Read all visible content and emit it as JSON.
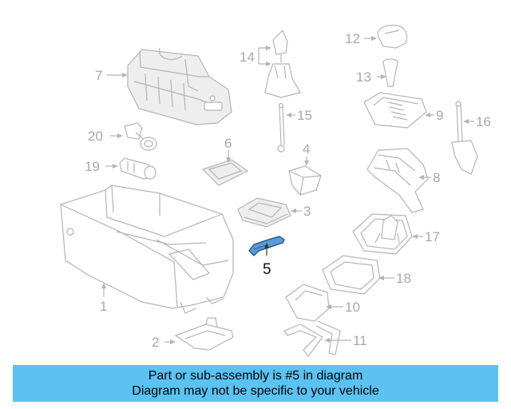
{
  "callouts": {
    "c1": "1",
    "c2": "2",
    "c3": "3",
    "c4": "4",
    "c5": "5",
    "c6": "6",
    "c7": "7",
    "c8": "8",
    "c9": "9",
    "c10": "10",
    "c11": "11",
    "c12": "12",
    "c13": "13",
    "c14": "14",
    "c15": "15",
    "c16": "16",
    "c17": "17",
    "c18": "18",
    "c19": "19",
    "c20": "20"
  },
  "colors": {
    "highlight_part": "#5b9bd5",
    "banner_background": "#5bc2f2",
    "line_art": "#b4b4b4"
  },
  "banner": {
    "line1": "Part or sub-assembly is #5 in diagram",
    "line2": "Diagram may not be specific to your vehicle"
  }
}
